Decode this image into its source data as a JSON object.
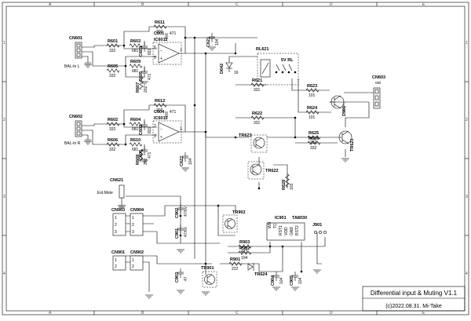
{
  "grid": {
    "columns": [
      "A",
      "B",
      "C",
      "D",
      "E"
    ],
    "rows": [
      "1",
      "2",
      "3",
      "4"
    ]
  },
  "title_block": {
    "title": "Differential input & Muting V1.1",
    "credit": "(c)2022.08.31.  Mi-Take"
  },
  "ics": [
    {
      "ref": "IC6011",
      "pins": [
        "6",
        "5",
        "7"
      ]
    },
    {
      "ref": "IC6012",
      "pins": [
        "2",
        "3",
        "1"
      ]
    },
    {
      "ref": "IC901",
      "part": "TA8030",
      "pins": [
        "WD",
        "TC",
        "RST1",
        "VDD",
        "GND",
        "RST2"
      ]
    }
  ],
  "connectors": [
    {
      "ref": "CN601",
      "note": "BAL-In L"
    },
    {
      "ref": "CN602",
      "note": "BAL-In R"
    },
    {
      "ref": "CN603",
      "note": "out"
    },
    {
      "ref": "CN621",
      "note": "Ext.Mute"
    },
    {
      "ref": "CN903",
      "pins": [
        "1",
        "2",
        "3"
      ]
    },
    {
      "ref": "CN904",
      "pins": [
        "1",
        "2",
        "3"
      ]
    },
    {
      "ref": "CN901",
      "pins": [
        "1",
        "2"
      ]
    },
    {
      "ref": "CN902",
      "pins": [
        "1",
        "2"
      ]
    },
    {
      "ref": "J901"
    }
  ],
  "relay": {
    "ref": "RL621",
    "type": "5V RL"
  },
  "resistors": [
    {
      "ref": "R611",
      "value": "202"
    },
    {
      "ref": "R601",
      "value": "332"
    },
    {
      "ref": "R603",
      "value": "681"
    },
    {
      "ref": "R609",
      "value": "681"
    },
    {
      "ref": "R605",
      "value": "332"
    },
    {
      "ref": "R607",
      "value": "202"
    },
    {
      "ref": "R612",
      "value": "202"
    },
    {
      "ref": "R602",
      "value": "332"
    },
    {
      "ref": "R604",
      "value": "681"
    },
    {
      "ref": "R610",
      "value": "681"
    },
    {
      "ref": "R606",
      "value": "332"
    },
    {
      "ref": "R608",
      "value": "202"
    },
    {
      "ref": "R621",
      "value": "331"
    },
    {
      "ref": "R622",
      "value": "331"
    },
    {
      "ref": "R623",
      "value": "101"
    },
    {
      "ref": "R624",
      "value": "101"
    },
    {
      "ref": "R625",
      "value": "332"
    },
    {
      "ref": "R626",
      "value": "332"
    },
    {
      "ref": "R628",
      "value": "103"
    },
    {
      "ref": "R903",
      "value": "472"
    },
    {
      "ref": "R902",
      "value": "104"
    },
    {
      "ref": "R901",
      "value": "222"
    }
  ],
  "capacitors": [
    {
      "ref": "C601",
      "value": "471"
    },
    {
      "ref": "C603",
      "value": "821"
    },
    {
      "ref": "C605",
      "value": "471"
    },
    {
      "ref": "C621",
      "value": "104"
    },
    {
      "ref": "C604",
      "value": "471"
    },
    {
      "ref": "C602",
      "value": "821"
    },
    {
      "ref": "C606",
      "value": "471"
    },
    {
      "ref": "C622",
      "value": "104"
    },
    {
      "ref": "C902",
      "value": "47/6V"
    },
    {
      "ref": "C901",
      "value": "47/6V"
    },
    {
      "ref": "C903",
      "value": "47"
    },
    {
      "ref": "C904",
      "value": "104"
    },
    {
      "ref": "C905",
      "value": "104"
    }
  ],
  "semis": [
    {
      "ref": "D642",
      "value": "16"
    },
    {
      "ref": "D901"
    },
    {
      "ref": "TR621"
    },
    {
      "ref": "TR622"
    },
    {
      "ref": "TR623"
    },
    {
      "ref": "TR624"
    },
    {
      "ref": "TR901"
    },
    {
      "ref": "TR902"
    }
  ]
}
